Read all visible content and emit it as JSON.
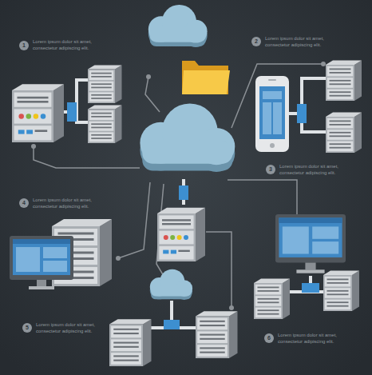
{
  "diagram": {
    "labels": [
      "1",
      "Lorem ipsum dolor sit amet, consectetur adipiscing elit.",
      "2",
      "Lorem ipsum dolor sit amet, consectetur adipiscing elit.",
      "3",
      "Lorem ipsum dolor sit amet, consectetur adipiscing elit.",
      "4",
      "Lorem ipsum dolor sit amet, consectetur adipiscing elit.",
      "5",
      "Lorem ipsum dolor sit amet, consectetur adipiscing elit.",
      "6",
      "Lorem ipsum dolor sit amet, consectetur adipiscing elit."
    ]
  }
}
